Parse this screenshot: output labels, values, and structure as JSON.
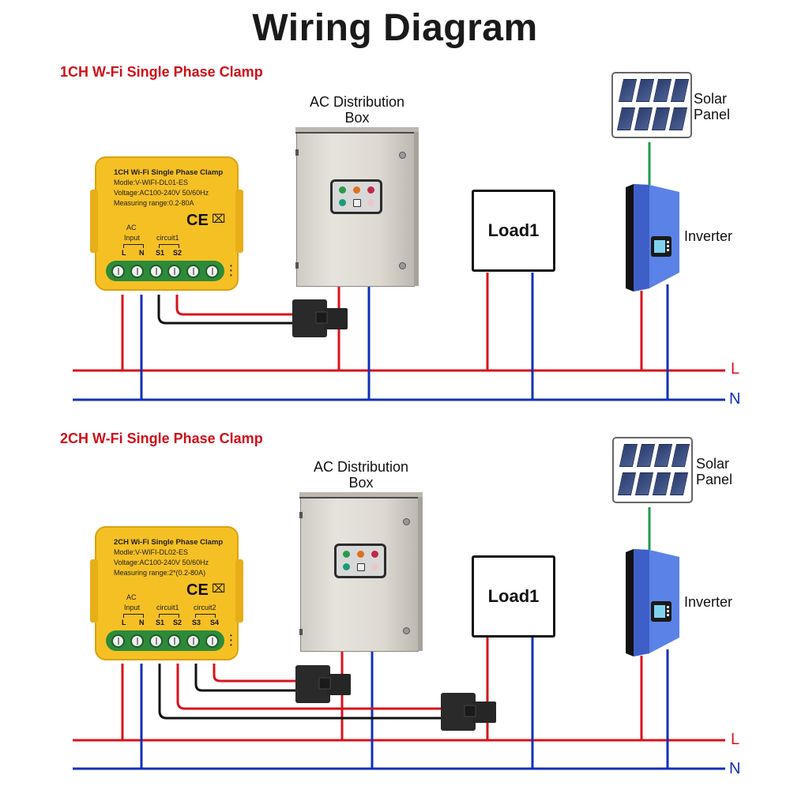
{
  "title": "Wiring Diagram",
  "sections": [
    {
      "heading": "1CH W-Fi Single Phase Clamp",
      "device": {
        "name": "1CH Wi-Fi Single Phase Clamp",
        "model": "Modle:V-WIFI-DL01-ES",
        "voltage": "Voltage:AC100-240V 50/60Hz",
        "range": "Measuring range:0.2-80A",
        "ce_mark": "CE",
        "weee_mark": "⌧",
        "ac_label": "AC",
        "input_label": "Input",
        "circuit_labels": [
          "circuit1"
        ],
        "pins": [
          "L",
          "N",
          "S1",
          "S2"
        ]
      },
      "distribution_box_label": [
        "AC Distribution",
        "Box"
      ],
      "load_label": "Load1",
      "solar_label": [
        "Solar",
        "Panel"
      ],
      "inverter_label": "Inverter",
      "bus": {
        "live": "L",
        "neutral": "N"
      }
    },
    {
      "heading": "2CH W-Fi Single Phase Clamp",
      "device": {
        "name": "2CH Wi-Fi Single Phase Clamp",
        "model": "Modle:V-WIFI-DL02-ES",
        "voltage": "Voltage:AC100-240V 50/60Hz",
        "range": "Measuring range:2*(0.2-80A)",
        "ce_mark": "CE",
        "weee_mark": "⌧",
        "ac_label": "AC",
        "input_label": "Input",
        "circuit_labels": [
          "circuit1",
          "circuit2"
        ],
        "pins": [
          "L",
          "N",
          "S1",
          "S2",
          "S3",
          "S4"
        ]
      },
      "distribution_box_label": [
        "AC Distribution",
        "Box"
      ],
      "load_label": "Load1",
      "solar_label": [
        "Solar",
        "Panel"
      ],
      "inverter_label": "Inverter",
      "bus": {
        "live": "L",
        "neutral": "N"
      }
    }
  ],
  "colors": {
    "live": "#d8121c",
    "neutral": "#1030b8",
    "dc": "#1f9a4a",
    "signal": "#111111",
    "heading": "#d0101a",
    "device_body": "#f5c024",
    "terminal": "#2e8a3a",
    "inverter": "#5b82e6"
  }
}
